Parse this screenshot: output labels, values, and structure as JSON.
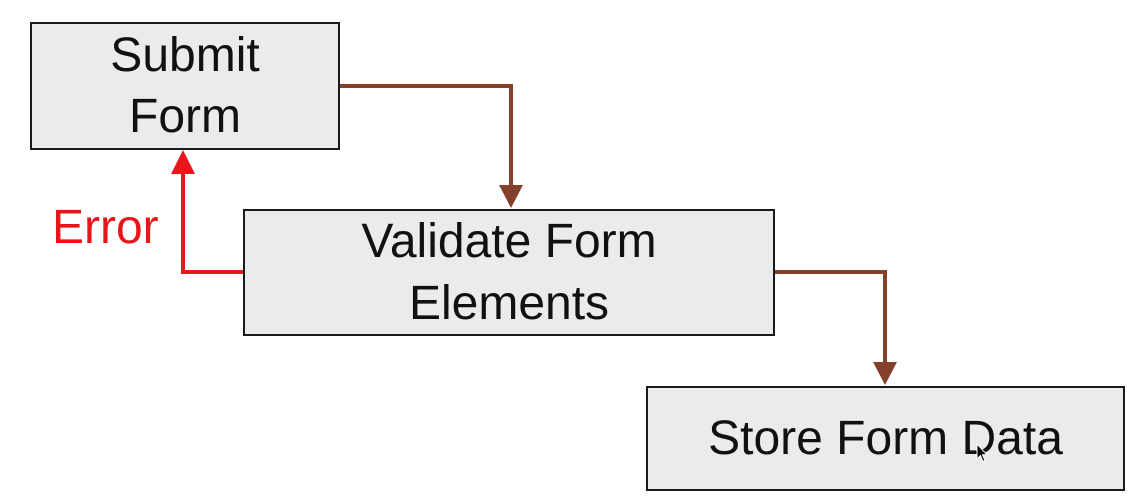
{
  "nodes": {
    "submit": "Submit\nForm",
    "validate": "Validate Form\nElements",
    "store": "Store Form Data"
  },
  "edges": {
    "error_label": "Error"
  },
  "colors": {
    "flow_arrow": "#84402b",
    "error_arrow": "#e8161b",
    "box_fill": "#e9ebec",
    "box_border": "#1a1a1a"
  },
  "icons": {
    "cursor": "mouse-pointer-icon"
  }
}
